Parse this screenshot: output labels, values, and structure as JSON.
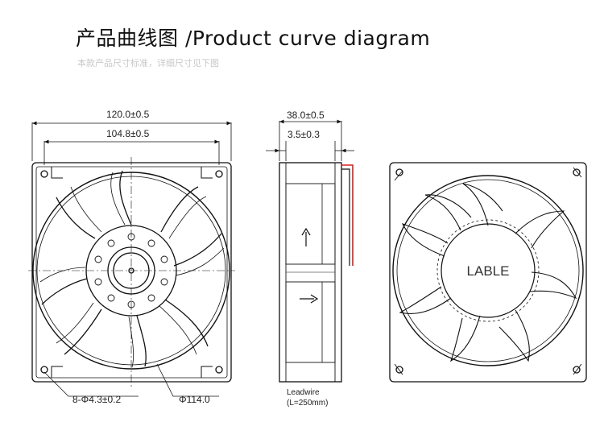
{
  "header": {
    "title": "产品曲线图 /Product curve diagram",
    "subtitle": "本款产品尺寸标准，详细尺寸见下图"
  },
  "front_view": {
    "width_dim": "120.0±0.5",
    "hole_pitch_dim": "104.8±0.5",
    "hole_dim": "8-Φ4.3±0.2",
    "diameter_dim": "Φ114.0"
  },
  "side_view": {
    "depth_dim": "38.0±0.5",
    "flange_dim": "3.5±0.3",
    "leadwire_label": "Leadwire",
    "leadwire_length": "(L=250mm)",
    "airflow_arrow_icon": "arrow-up-icon",
    "rotation_arrow_icon": "arrow-right-icon"
  },
  "back_view": {
    "hub_label": "LABLE"
  },
  "colors": {
    "line": "#111111",
    "wire_red": "#d22020"
  }
}
